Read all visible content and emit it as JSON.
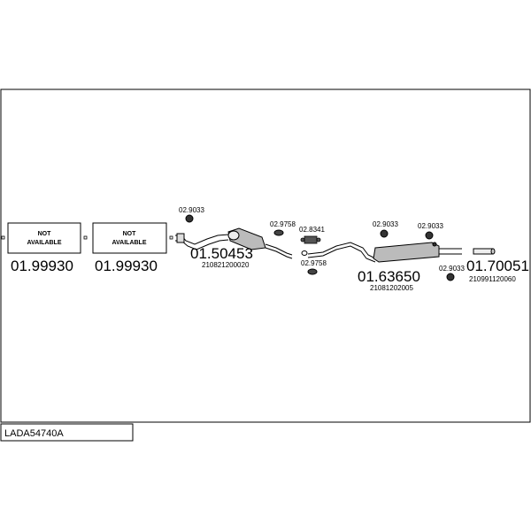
{
  "diagram_id": "LADA54740A",
  "not_available_label": [
    "NOT",
    "AVAILABLE"
  ],
  "parts": [
    {
      "id": "na-1",
      "number": "01.99930"
    },
    {
      "id": "na-2",
      "number": "01.99930"
    },
    {
      "id": "front-pipe",
      "number": "01.50453",
      "oem": "210821200020"
    },
    {
      "id": "middle-silencer",
      "number": "01.63650",
      "oem": "21081202005"
    },
    {
      "id": "tail-pipe",
      "number": "01.70051",
      "oem": "210991120060"
    }
  ],
  "fittings": [
    {
      "id": "clamp-1",
      "code": "02.9033"
    },
    {
      "id": "ring-1",
      "code": "02.9758"
    },
    {
      "id": "clamp-2",
      "code": "02.8341"
    },
    {
      "id": "ring-2",
      "code": "02.9758"
    },
    {
      "id": "clamp-3",
      "code": "02.9033"
    },
    {
      "id": "clamp-4",
      "code": "02.9033"
    },
    {
      "id": "clamp-5",
      "code": "02.9033"
    }
  ]
}
